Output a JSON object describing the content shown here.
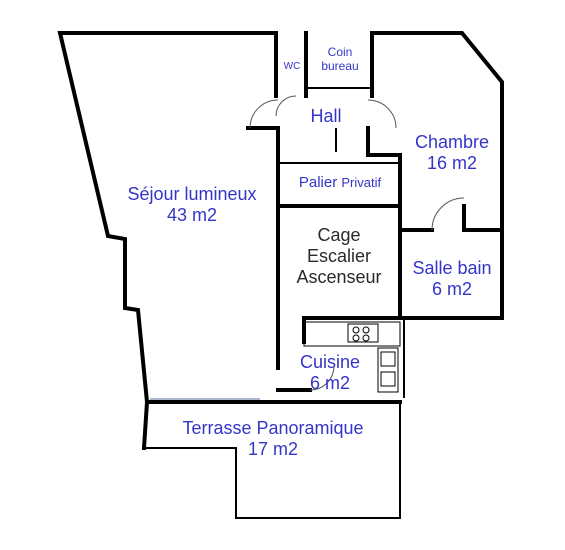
{
  "colors": {
    "wall": "#000000",
    "label_blue": "#3535c8",
    "label_dark": "#2a2a2a",
    "background": "#ffffff"
  },
  "rooms": {
    "wc": {
      "name": "WC"
    },
    "coin_bureau": {
      "line1": "Coin",
      "line2": "bureau"
    },
    "hall": {
      "name": "Hall"
    },
    "chambre": {
      "name": "Chambre",
      "area": "16 m2"
    },
    "palier": {
      "name": "Palier",
      "qualifier": "Privatif"
    },
    "sejour": {
      "name": "Séjour lumineux",
      "area": "43 m2"
    },
    "cage": {
      "line1": "Cage",
      "line2": "Escalier",
      "line3": "Ascenseur"
    },
    "salle_bain": {
      "name": "Salle bain",
      "area": "6 m2"
    },
    "cuisine": {
      "name": "Cuisine",
      "area": "6 m2"
    },
    "terrasse": {
      "name": "Terrasse Panoramique",
      "area": "17 m2"
    }
  }
}
